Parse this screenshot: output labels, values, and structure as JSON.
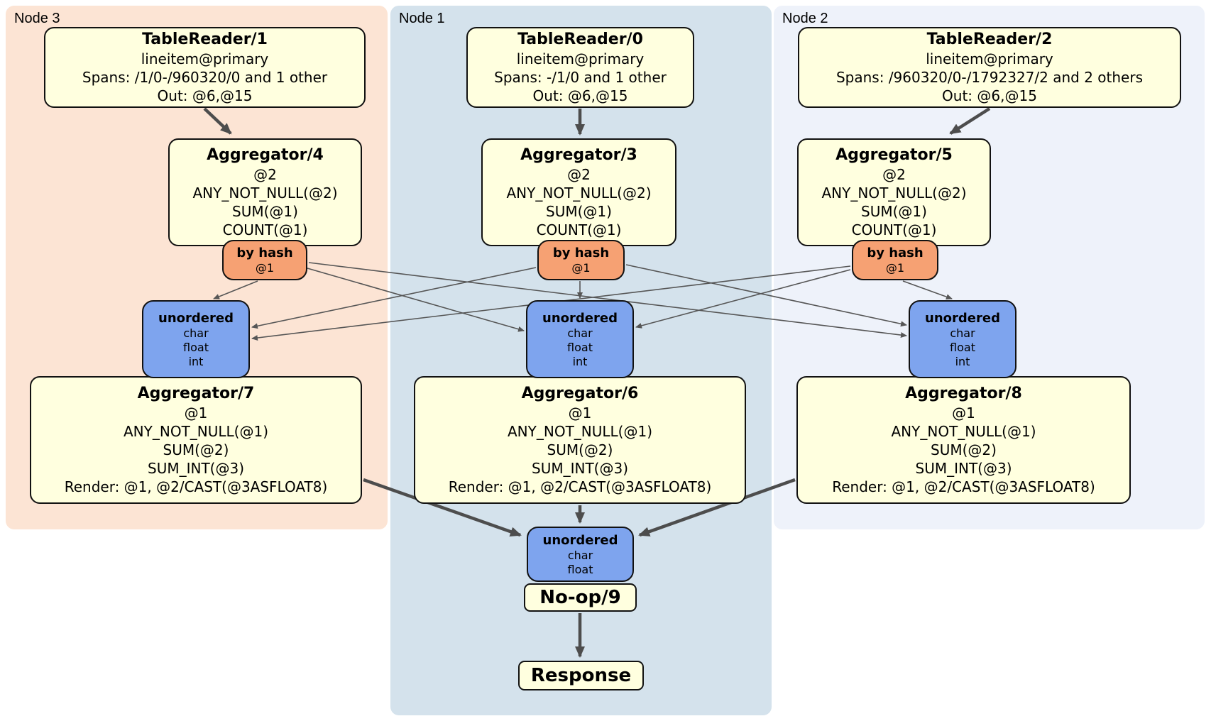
{
  "colors": {
    "node3_bg": "#fce4d4",
    "node1_bg": "#d4e2ec",
    "node2_bg": "#eef2fa",
    "processor_box_bg": "#ffffdf",
    "router_bg": "#f6a173",
    "sync_bg": "#7ea4ee",
    "edge": "#4d4d4d"
  },
  "groups": [
    {
      "label": "Node 3",
      "table_reader": {
        "title": "TableReader/1",
        "lines": [
          "lineitem@primary",
          "Spans: /1/0-/960320/0 and 1 other",
          "Out: @6,@15"
        ]
      },
      "aggregator_top": {
        "title": "Aggregator/4",
        "lines": [
          "@2",
          "ANY_NOT_NULL(@2)",
          "SUM(@1)",
          "COUNT(@1)"
        ]
      },
      "router": {
        "title": "by hash",
        "lines": [
          "@1"
        ]
      },
      "sync": {
        "title": "unordered",
        "lines": [
          "char",
          "float",
          "int"
        ]
      },
      "aggregator_bottom": {
        "title": "Aggregator/7",
        "lines": [
          "@1",
          "ANY_NOT_NULL(@1)",
          "SUM(@2)",
          "SUM_INT(@3)",
          "Render: @1, @2/CAST(@3ASFLOAT8)"
        ]
      }
    },
    {
      "label": "Node 1",
      "table_reader": {
        "title": "TableReader/0",
        "lines": [
          "lineitem@primary",
          "Spans: -/1/0 and 1 other",
          "Out: @6,@15"
        ]
      },
      "aggregator_top": {
        "title": "Aggregator/3",
        "lines": [
          "@2",
          "ANY_NOT_NULL(@2)",
          "SUM(@1)",
          "COUNT(@1)"
        ]
      },
      "router": {
        "title": "by hash",
        "lines": [
          "@1"
        ]
      },
      "sync": {
        "title": "unordered",
        "lines": [
          "char",
          "float",
          "int"
        ]
      },
      "aggregator_bottom": {
        "title": "Aggregator/6",
        "lines": [
          "@1",
          "ANY_NOT_NULL(@1)",
          "SUM(@2)",
          "SUM_INT(@3)",
          "Render: @1, @2/CAST(@3ASFLOAT8)"
        ]
      }
    },
    {
      "label": "Node 2",
      "table_reader": {
        "title": "TableReader/2",
        "lines": [
          "lineitem@primary",
          "Spans: /960320/0-/1792327/2 and 2 others",
          "Out: @6,@15"
        ]
      },
      "aggregator_top": {
        "title": "Aggregator/5",
        "lines": [
          "@2",
          "ANY_NOT_NULL(@2)",
          "SUM(@1)",
          "COUNT(@1)"
        ]
      },
      "router": {
        "title": "by hash",
        "lines": [
          "@1"
        ]
      },
      "sync": {
        "title": "unordered",
        "lines": [
          "char",
          "float",
          "int"
        ]
      },
      "aggregator_bottom": {
        "title": "Aggregator/8",
        "lines": [
          "@1",
          "ANY_NOT_NULL(@1)",
          "SUM(@2)",
          "SUM_INT(@3)",
          "Render: @1, @2/CAST(@3ASFLOAT8)"
        ]
      }
    }
  ],
  "final": {
    "sync": {
      "title": "unordered",
      "lines": [
        "char",
        "float"
      ]
    },
    "noop_label": "No-op/9",
    "response_label": "Response"
  }
}
